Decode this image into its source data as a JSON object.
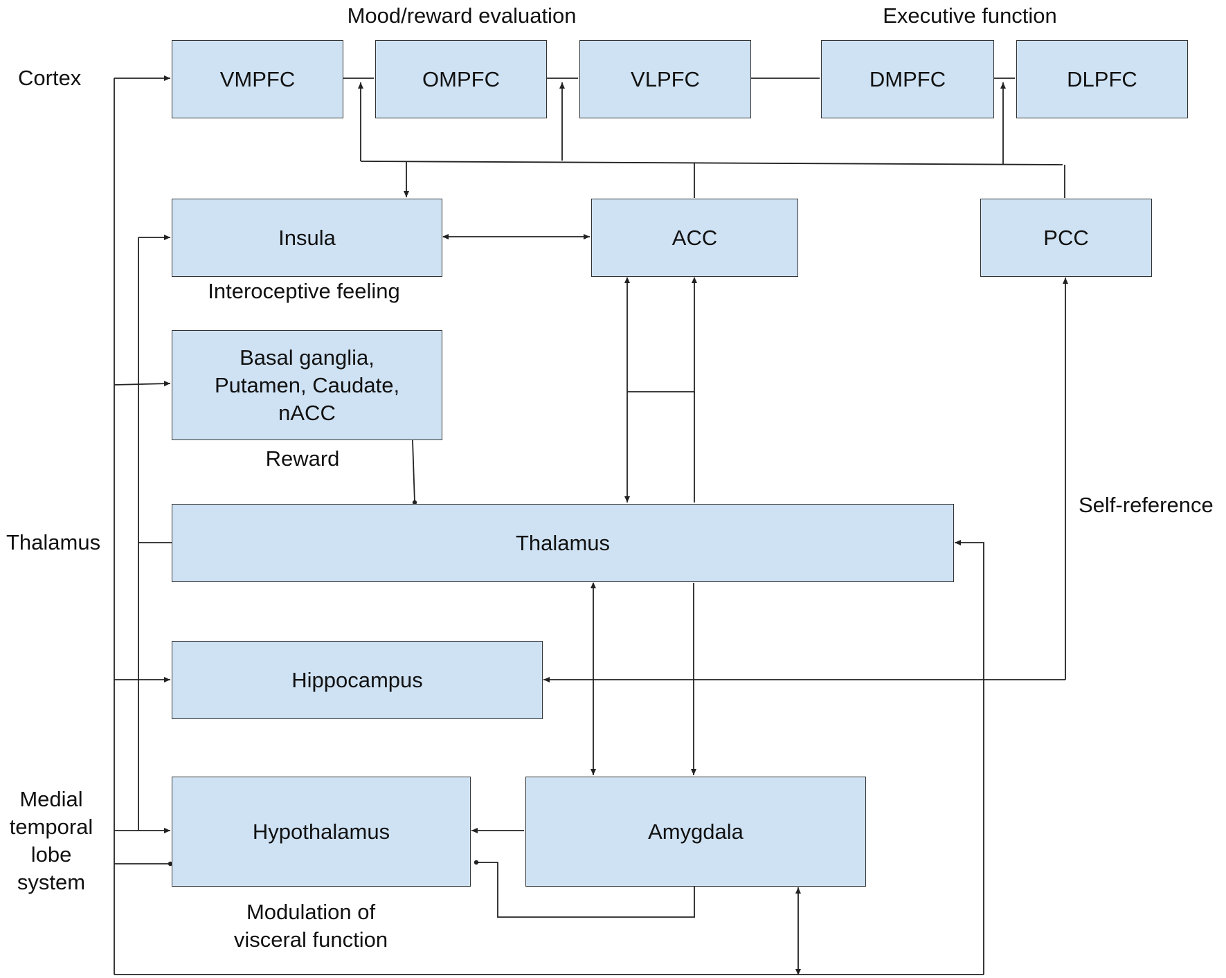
{
  "nodes": {
    "vmpfc": "VMPFC",
    "ompfc": "OMPFC",
    "vlpfc": "VLPFC",
    "dmpfc": "DMPFC",
    "dlpfc": "DLPFC",
    "insula": "Insula",
    "acc": "ACC",
    "pcc": "PCC",
    "basal_ganglia": "Basal ganglia,\nPutamen, Caudate,\nnACC",
    "thalamus": "Thalamus",
    "hippocampus": "Hippocampus",
    "hypothalamus": "Hypothalamus",
    "amygdala": "Amygdala"
  },
  "labels": {
    "mood_reward": "Mood/reward evaluation",
    "executive": "Executive function",
    "cortex": "Cortex",
    "thalamus_side": "Thalamus",
    "mtl": "Medial\ntemporal\nlobe\nsystem",
    "interoceptive": "Interoceptive feeling",
    "reward": "Reward",
    "self_reference": "Self-reference",
    "visceral": "Modulation of\nvisceral function"
  },
  "colors": {
    "box_fill": "#cfe2f3",
    "box_border": "#333333",
    "line": "#222222"
  }
}
